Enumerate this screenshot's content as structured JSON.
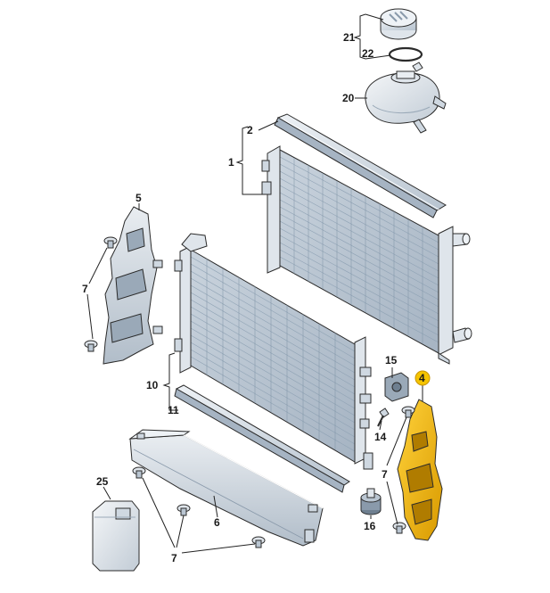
{
  "callouts": {
    "c1": "1",
    "c2": "2",
    "c4": "4",
    "c5": "5",
    "c6": "6",
    "c7_left": "7",
    "c7_right": "7",
    "c7_bottom": "7",
    "c10": "10",
    "c11": "11",
    "c14": "14",
    "c15": "15",
    "c16": "16",
    "c20": "20",
    "c21": "21",
    "c22": "22",
    "c25": "25"
  },
  "colors": {
    "metal_light": "#dfe5eb",
    "metal_mid": "#b9c5d1",
    "metal_dark": "#8a9aab",
    "highlight_part": "#f0b800",
    "highlight_badge": "#f5c400",
    "outline": "#2b2b2b"
  }
}
